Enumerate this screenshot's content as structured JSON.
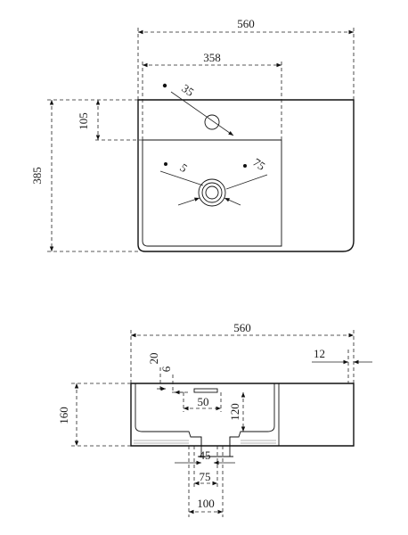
{
  "top_view": {
    "dims": {
      "overall_width": "560",
      "basin_width": "358",
      "tap_offset": "105",
      "overall_depth": "385",
      "tap_hole_dia": "35",
      "overflow_dia": "5",
      "drain_dia": "75"
    }
  },
  "section_view": {
    "dims": {
      "overall_width": "560",
      "wall_thickness": "12",
      "rim_top": "20",
      "rim_gap": "6",
      "overflow_slot": "50",
      "basin_depth": "120",
      "overall_height": "160",
      "drain_inner": "45",
      "drain_mid": "75",
      "drain_outer": "100"
    }
  },
  "colors": {
    "line": "#111111",
    "hatch": "#9a9a9a"
  }
}
